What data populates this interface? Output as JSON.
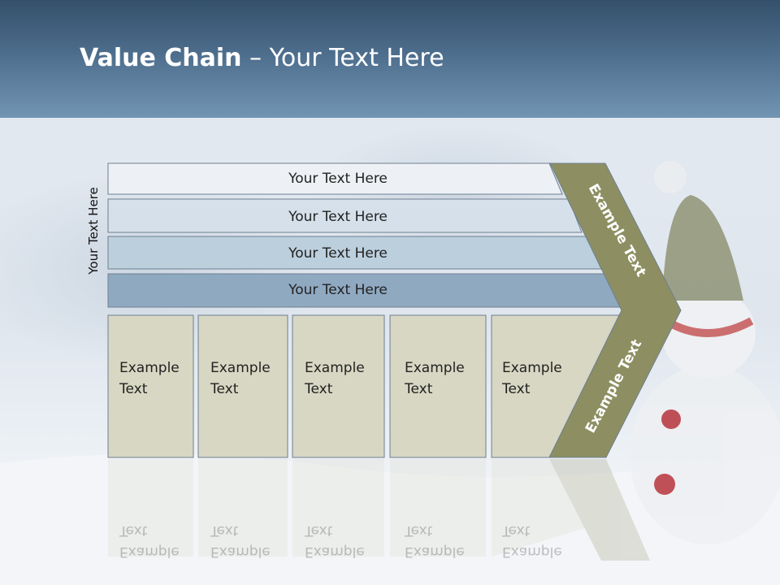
{
  "slide": {
    "title_bold": "Value Chain",
    "title_rest": " – Your Text Here"
  },
  "diagram": {
    "side_label": "Your Text Here",
    "bars": [
      {
        "label": "Your Text Here",
        "color": "#edf1f5"
      },
      {
        "label": "Your Text Here",
        "color": "#d5e0ea"
      },
      {
        "label": "Your Text Here",
        "color": "#bccfdd"
      },
      {
        "label": "Your Text Here",
        "color": "#8fa9c1"
      }
    ],
    "cells": [
      {
        "line1": "Example",
        "line2": "Text"
      },
      {
        "line1": "Example",
        "line2": "Text"
      },
      {
        "line1": "Example",
        "line2": "Text"
      },
      {
        "line1": "Example",
        "line2": "Text"
      },
      {
        "line1": "Example",
        "line2": "Text"
      }
    ],
    "chevron_top_text": "Example Text",
    "chevron_bottom_text": "Example Text",
    "colors": {
      "cell_fill": "#d7d7c3",
      "chevron_fill": "#8d8f62",
      "border": "#6e7f90"
    }
  }
}
